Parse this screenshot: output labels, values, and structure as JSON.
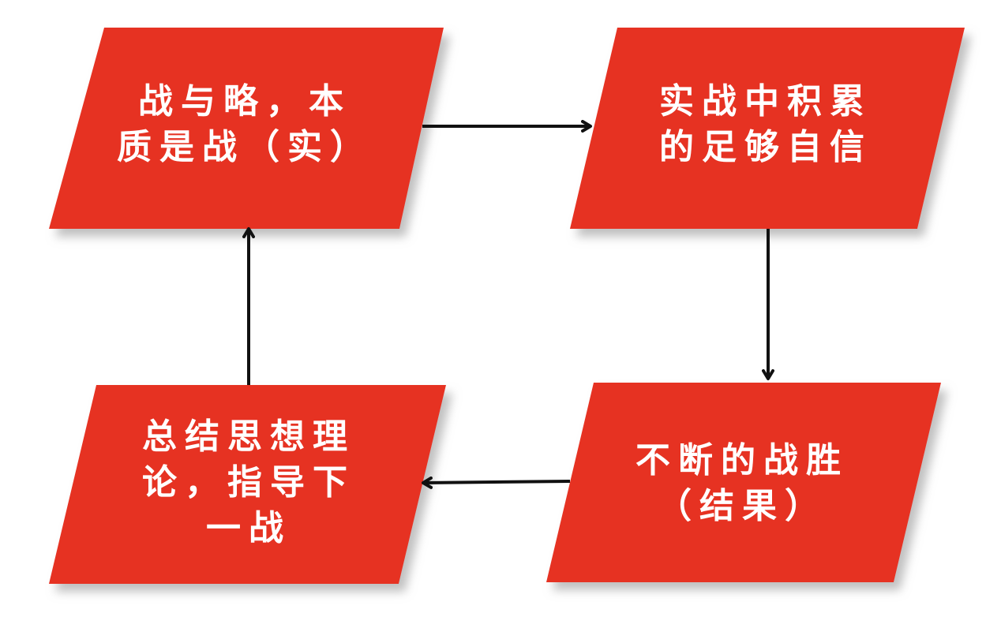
{
  "diagram": {
    "colors": {
      "box_fill": "#e63323",
      "text": "#ffffff",
      "arrow": "#111111",
      "shadow": "#b9b9b9"
    },
    "nodes": [
      {
        "id": "n1",
        "lines": [
          "战与略，本",
          "质是战（实）"
        ]
      },
      {
        "id": "n2",
        "lines": [
          "实战中积累",
          "的足够自信"
        ]
      },
      {
        "id": "n3",
        "lines": [
          "不断的战胜",
          "（结果）"
        ]
      },
      {
        "id": "n4",
        "lines": [
          "总结思想理",
          "论，指导下",
          "一战"
        ]
      }
    ],
    "edges": [
      {
        "from": "n1",
        "to": "n2"
      },
      {
        "from": "n2",
        "to": "n3"
      },
      {
        "from": "n3",
        "to": "n4"
      },
      {
        "from": "n4",
        "to": "n1"
      }
    ]
  }
}
